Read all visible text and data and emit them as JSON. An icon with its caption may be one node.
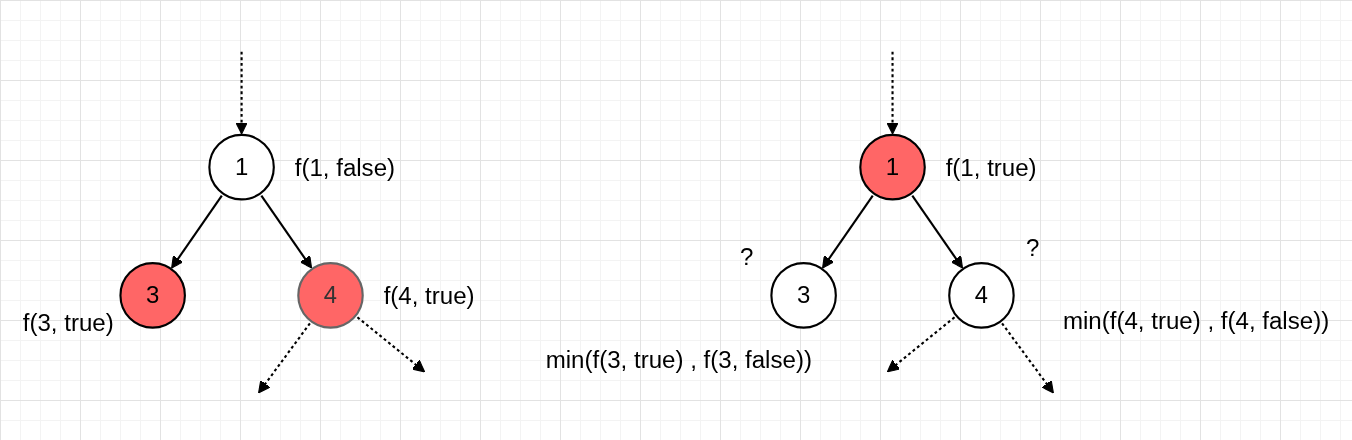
{
  "diagram": {
    "nodes": [
      {
        "text": [
          "1"
        ],
        "beside": [
          "f(1, false)"
        ]
      },
      {
        "text": [
          "3"
        ],
        "beside": [
          "f(3, true)"
        ]
      },
      {
        "text": [
          "4"
        ],
        "beside": [
          "f(4, true)"
        ]
      },
      {
        "text": [
          "1"
        ],
        "beside": [
          "f(1, true)"
        ]
      },
      {
        "text": [
          "3"
        ],
        "beside": [
          "?",
          "min(f(3, true) , f(3, false))"
        ]
      },
      {
        "text": [
          "4"
        ],
        "beside": [
          "?",
          "min(f(4, true) , f(4, false))"
        ]
      }
    ],
    "edges": [
      {
        "from": null,
        "to": 0,
        "arrow": "to",
        "style": "dashed"
      },
      {
        "from": 0,
        "to": 1,
        "arrow": "to"
      },
      {
        "from": 0,
        "to": 2,
        "arrow": "to"
      },
      {
        "from": 2,
        "to": null,
        "arrow": "to",
        "style": "dashed"
      },
      {
        "from": 2,
        "to": null,
        "arrow": "to",
        "style": "dashed"
      },
      {
        "from": null,
        "to": 3,
        "arrow": "to",
        "style": "dashed"
      },
      {
        "from": 3,
        "to": 4,
        "arrow": "to"
      },
      {
        "from": 3,
        "to": 5,
        "arrow": "to"
      },
      {
        "from": 5,
        "to": null,
        "arrow": "to",
        "style": "dashed"
      },
      {
        "from": 5,
        "to": null,
        "arrow": "to",
        "style": "dashed"
      }
    ]
  }
}
